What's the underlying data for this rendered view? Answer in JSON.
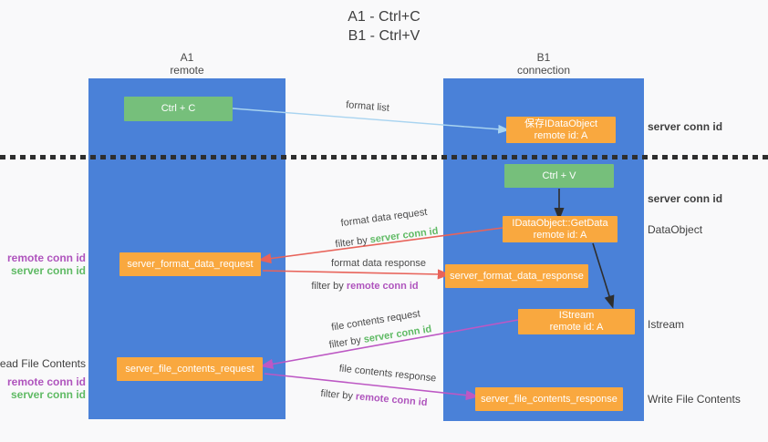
{
  "title": {
    "line1": "A1 - Ctrl+C",
    "line2": "B1 - Ctrl+V"
  },
  "lanes": {
    "left": {
      "name": "A1",
      "subtitle": "remote"
    },
    "right": {
      "name": "B1",
      "subtitle": "connection"
    }
  },
  "nodes": {
    "ctrl_c": "Ctrl + C",
    "ctrl_v": "Ctrl + V",
    "save_dataobject": {
      "line1": "保存IDataObject",
      "line2": "remote id: A"
    },
    "getdata": {
      "line1": "IDataObject::GetData",
      "line2": "remote id: A"
    },
    "istream": {
      "line1": "IStream",
      "line2": "remote id: A"
    },
    "format_request": "server_format_data_request",
    "format_response": "server_format_data_response",
    "file_request": "server_file_contents_request",
    "file_response": "server_file_contents_response"
  },
  "edge_labels": {
    "format_list": "format list",
    "format_data_request": "format data request",
    "format_data_response": "format data response",
    "file_contents_request": "file contents request",
    "file_contents_response": "file contents response",
    "filter_by": "filter by"
  },
  "ids": {
    "server_conn": "server conn id",
    "remote_conn": "remote conn id"
  },
  "side_labels": {
    "dataobject": "DataObject",
    "istream": "Istream",
    "read_file_contents": "Read File Contents",
    "write_file_contents": "Write File Contents"
  },
  "colors": {
    "bg": "#f9f9fa",
    "lane_blue": "#4a81d8",
    "box_orange": "#f9a83f",
    "box_green": "#76bf7b",
    "arrow_blue": "#a9d4f0",
    "arrow_red": "#e8635a",
    "arrow_magenta": "#bd58c4",
    "arrow_black": "#2e2e2e",
    "text_green": "#5fba64",
    "text_purple": "#af54bd",
    "text_dark": "#3f3f3f",
    "dot": "#2e2e2e"
  }
}
